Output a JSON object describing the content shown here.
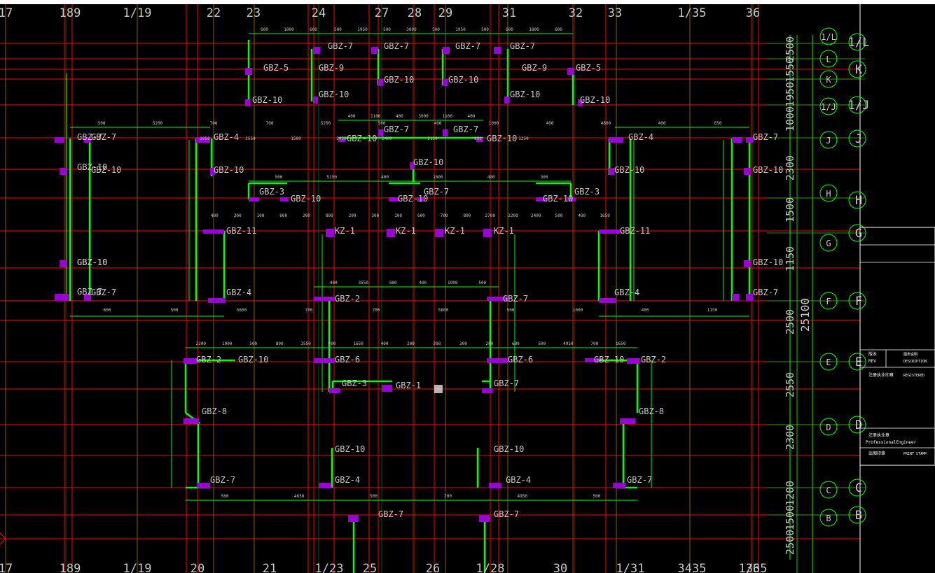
{
  "drawing": {
    "colors": {
      "background": "#000000",
      "grid": "#ff0000",
      "axis": "#00cc00",
      "wall": "#00ff00",
      "column": "#9a00d6",
      "label": "#c8c8c8",
      "bubble": "#00ff00"
    },
    "top_axis_labels": [
      "17",
      "189",
      "1/19",
      "22",
      "23",
      "24",
      "27",
      "28",
      "29",
      "31",
      "32",
      "33",
      "1/35",
      "36"
    ],
    "bottom_axis_labels": [
      "17",
      "189",
      "1/19",
      "20",
      "21",
      "1/23",
      "25",
      "26",
      "1/28",
      "30",
      "1/31",
      "3435",
      "1/35",
      "36"
    ],
    "right_axis_labels": [
      "1/L",
      "L",
      "K",
      "1/J",
      "J",
      "H",
      "G",
      "F",
      "E",
      "D",
      "C",
      "B"
    ],
    "right_axis_labels_outer": [
      "1/L",
      "K",
      "1/J",
      "J",
      "H",
      "G",
      "F",
      "E",
      "D",
      "C",
      "B"
    ],
    "vertical_dimensions": [
      "2500",
      "1550",
      "1950",
      "1000",
      "2300",
      "1500",
      "1150",
      "2500",
      "2550",
      "2300",
      "1200",
      "1500",
      "2500",
      "25100"
    ],
    "member_labels": [
      "GBZ-7",
      "GBZ-7",
      "GBZ-7",
      "GBZ-7",
      "GBZ-5",
      "GBZ-9",
      "GBZ-9",
      "GBZ-5",
      "GBZ-10",
      "GBZ-10",
      "GBZ-10",
      "GBZ-10",
      "GBZ-10",
      "GBZ-10",
      "GBZ-7",
      "GBZ-7",
      "GBZ-10",
      "GBZ-10",
      "GBZ-7",
      "GBZ-4",
      "GBZ-4",
      "GBZ-7",
      "GBZ-10",
      "GBZ-10",
      "GBZ-10",
      "GBZ-10",
      "GBZ-10",
      "GBZ-3",
      "GBZ-10",
      "GBZ-10",
      "GBZ-7",
      "GBZ-10",
      "GBZ-3",
      "KZ-1",
      "KZ-1",
      "KZ-1",
      "KZ-1",
      "GBZ-11",
      "GBZ-11",
      "GBZ-10",
      "GBZ-10",
      "GBZ-7",
      "GBZ-4",
      "GBZ-4",
      "GBZ-7",
      "GBZ-2",
      "GBZ-7",
      "GBZ-2",
      "GBZ-10",
      "GBZ-6",
      "GBZ-6",
      "GBZ-10",
      "GBZ-2",
      "GBZ-3",
      "GBZ-1",
      "GBZ-7",
      "GBZ-8",
      "GBZ-8",
      "GBZ-10",
      "GBZ-10",
      "GBZ-7",
      "GBZ-4",
      "GBZ-4",
      "GBZ-7",
      "GBZ-7",
      "GBZ-7",
      "GBZ-7",
      "GBZ-10",
      "GBZ-10",
      "GBZ-7"
    ],
    "dimensions_small": [
      "600",
      "1800",
      "600",
      "500",
      "1950",
      "500",
      "3000",
      "500",
      "1950",
      "500",
      "600",
      "1800",
      "600",
      "400",
      "1100",
      "400",
      "3000",
      "1100",
      "400",
      "500",
      "5200",
      "700",
      "700",
      "5200",
      "500",
      "400",
      "1000",
      "400",
      "4600",
      "400",
      "650",
      "500",
      "5150",
      "400",
      "1000",
      "400",
      "300",
      "400",
      "300",
      "100",
      "800",
      "200",
      "800",
      "200",
      "300",
      "100",
      "600",
      "700",
      "800",
      "2700",
      "2200",
      "2400",
      "500",
      "400",
      "1650",
      "400",
      "3550",
      "800",
      "400",
      "1900",
      "500",
      "2200",
      "1900",
      "500",
      "800",
      "3550",
      "400",
      "1650",
      "400",
      "200",
      "200",
      "200",
      "200",
      "600",
      "500",
      "4950",
      "700",
      "1650",
      "500",
      "4650",
      "500",
      "700",
      "4950",
      "500",
      "600",
      "500",
      "5800",
      "700",
      "700",
      "5800",
      "500",
      "1000",
      "400",
      "1150",
      "3950",
      "2550",
      "1500",
      "2450",
      "2400",
      "2150",
      "800",
      "1250"
    ],
    "title_block": {
      "rows": [
        {
          "a": "版本",
          "b": "图表说明"
        },
        {
          "a": "REV",
          "b": "DESCRIPTION"
        },
        {
          "a": "注册执业印章",
          "b": "REGISTERED"
        },
        {
          "a": "注册执业章",
          "b": ""
        },
        {
          "a": "ProfessionalEngineer",
          "b": ""
        },
        {
          "a": "出图印章",
          "b": "PRINT STAMP"
        }
      ]
    }
  }
}
